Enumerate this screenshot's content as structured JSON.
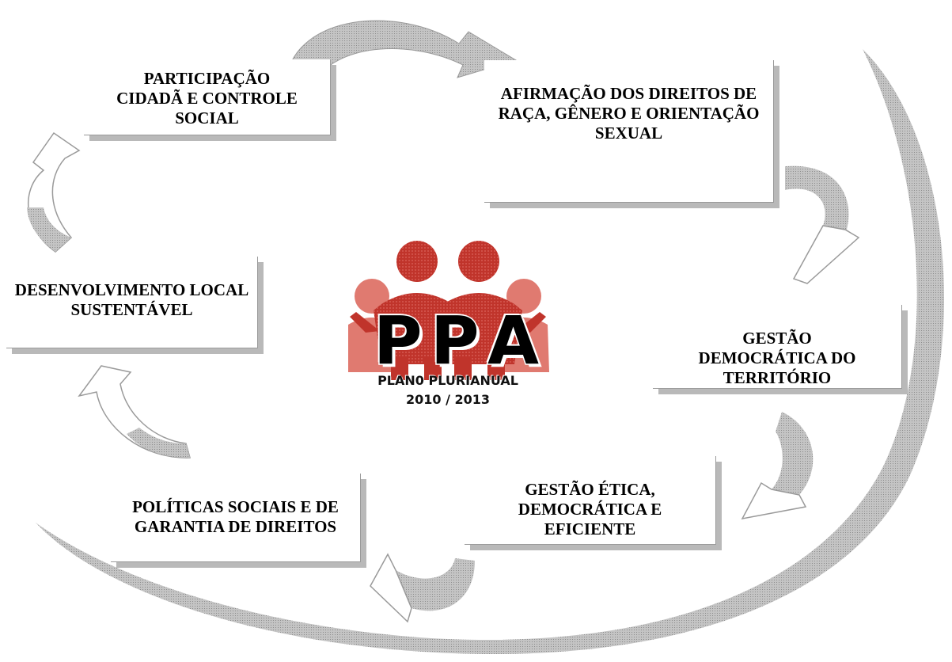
{
  "boxes": {
    "participacao": "PARTICIPAÇÃO CIDADÃ E CONTROLE SOCIAL",
    "afirmacao": "AFIRMAÇÃO DOS DIREITOS DE RAÇA, GÊNERO E ORIENTAÇÃO SEXUAL",
    "desenvolvimento": "DESENVOLVIMENTO LOCAL SUSTENTÁVEL",
    "gestao_territorio": "GESTÃO DEMOCRÁTICA DO TERRITÓRIO",
    "politicas": "POLÍTICAS SOCIAIS E DE GARANTIA DE DIREITOS",
    "gestao_etica": "GESTÃO ÉTICA, DEMOCRÁTICA E EFICIENTE"
  },
  "logo": {
    "letter_1": "P",
    "letter_2": "P",
    "letter_3": "A",
    "subtitle": "PLAN0 PLURIANUAL",
    "years": "2010 / 2013",
    "figure_color": "#c0342b",
    "figure_highlight": "#e07a70"
  },
  "colors": {
    "swoosh": "#b5b5b5",
    "arrow_outline": "#9a9a9a",
    "box_shadow": "#b9b9b9"
  }
}
